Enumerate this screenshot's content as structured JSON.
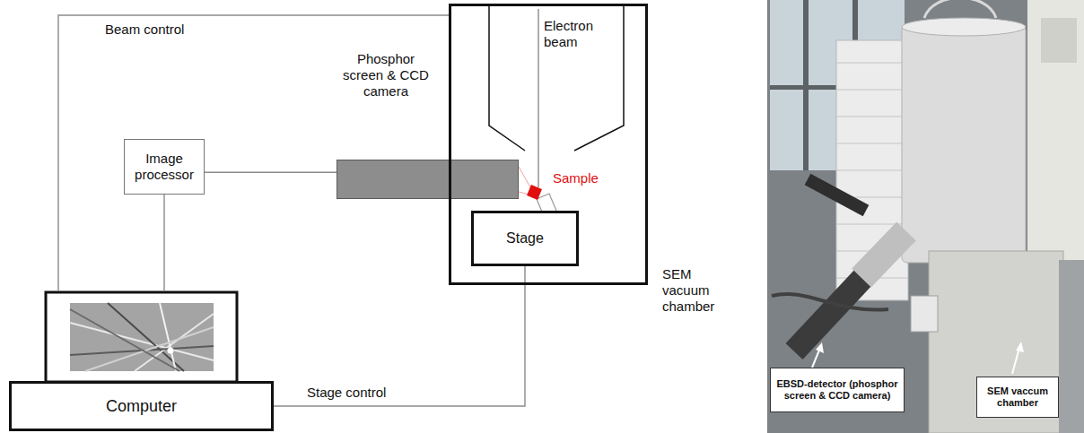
{
  "diagram": {
    "nodes": [
      {
        "text": [
          "Phosphor screen & CCD camera"
        ]
      },
      {
        "text": [
          "SEM vacuum chamber"
        ]
      },
      {
        "text": [
          "Stage"
        ],
        "in": 1
      },
      {
        "text": [
          "Image processor"
        ]
      },
      {
        "text": [
          "Computer"
        ]
      },
      {
        "text": [
          "EBSD-detector (phosphor screen & CCD camera)"
        ]
      },
      {
        "text": [
          "SEM vaccum chamber"
        ]
      }
    ],
    "edges": [
      {
        "from": 4,
        "to": 1,
        "arrow": "none",
        "label": "Beam control"
      },
      {
        "from": 3,
        "to": 0,
        "arrow": "none"
      },
      {
        "from": 3,
        "to": 4,
        "arrow": "none"
      },
      {
        "from": 4,
        "to": 2,
        "arrow": "none",
        "label": "Stage control"
      }
    ],
    "labels": [
      "Electron beam",
      "Sample"
    ]
  }
}
